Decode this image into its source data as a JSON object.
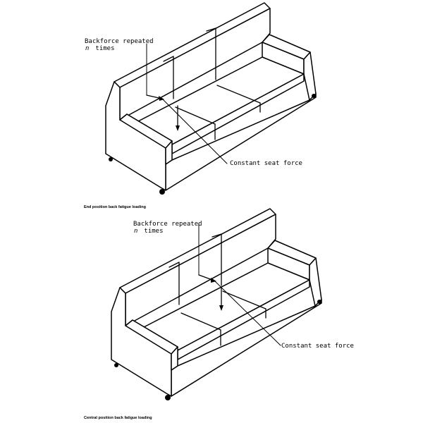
{
  "figures": [
    {
      "id": "end",
      "labels": {
        "backforce_line1": "Backforce repeated",
        "backforce_n": "n",
        "backforce_times": "times",
        "seat_force": "Constant seat force"
      },
      "caption": "End position back fatigue loading"
    },
    {
      "id": "central",
      "labels": {
        "backforce_line1": "Backforce repeated",
        "backforce_n": "n",
        "backforce_times": "times",
        "seat_force": "Constant seat force"
      },
      "caption": "Central position back fatigue loading"
    }
  ]
}
